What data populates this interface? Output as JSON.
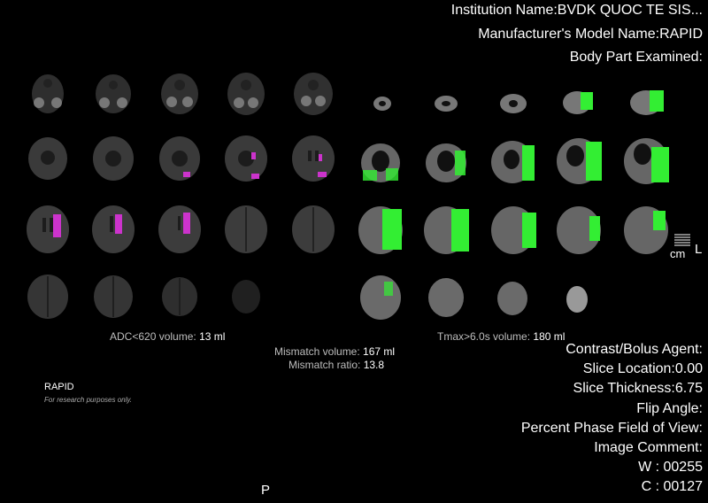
{
  "dicom_overlay": {
    "institution": "Institution Name:BVDK QUOC TE SIS...",
    "model": "Manufacturer's Model Name:RAPID",
    "body_part": "Body Part Examined:",
    "contrast": "Contrast/Bolus Agent:",
    "slice_location": "Slice Location:0.00",
    "slice_thickness": "Slice Thickness:6.75",
    "flip_angle": "Flip Angle:",
    "percent_phase_fov": "Percent Phase Field of View:",
    "image_comment": "Image Comment:",
    "window_width": "W : 00255",
    "window_center": "C : 00127"
  },
  "results": {
    "adc_label": "ADC<620 volume:",
    "adc_value": "13 ml",
    "mismatch_volume_label": "Mismatch volume:",
    "mismatch_volume_value": "167 ml",
    "mismatch_ratio_label": "Mismatch ratio:",
    "mismatch_ratio_value": "13.8",
    "tmax_label": "Tmax>6.0s volume:",
    "tmax_value": "180 ml"
  },
  "branding": {
    "name": "RAPID",
    "disclaimer": "For research purposes only."
  },
  "orientation": {
    "bottom": "P",
    "right": "L",
    "scale_unit": "cm"
  },
  "colors": {
    "background": "#000000",
    "adc_lesion": "#cc33cc",
    "tmax_lesion": "#33ee33"
  }
}
